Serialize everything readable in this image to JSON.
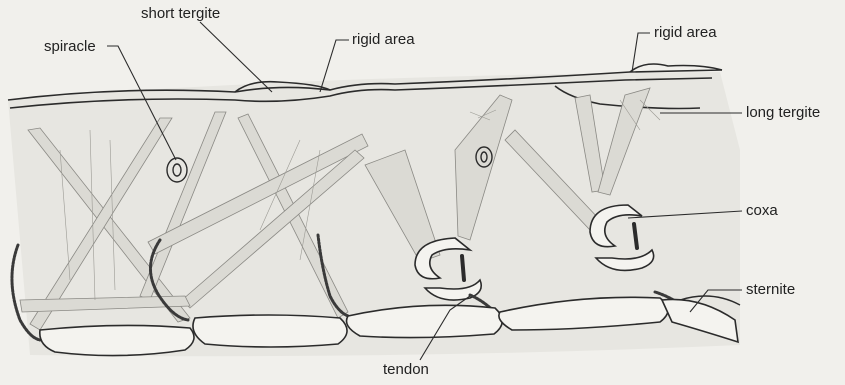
{
  "labels": {
    "short_tergite": "short tergite",
    "spiracle": "spiracle",
    "rigid_area_1": "rigid area",
    "rigid_area_2": "rigid area",
    "long_tergite": "long tergite",
    "coxa": "coxa",
    "sternite": "sternite",
    "tendon": "tendon"
  },
  "colors": {
    "background": "#f1f0ec",
    "ink": "#2b2b2b",
    "muscle": "#dcdbd5",
    "body_fill": "#e6e5e0"
  }
}
